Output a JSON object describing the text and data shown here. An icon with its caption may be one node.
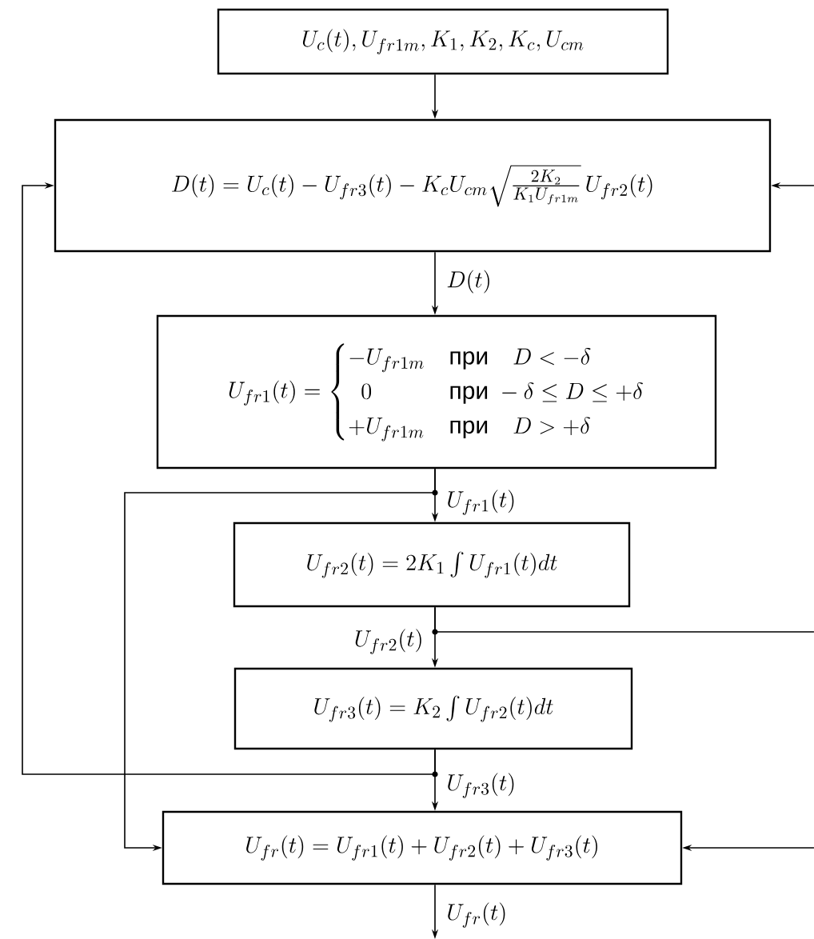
{
  "diagram": {
    "nodes": [
      {
        "text": [
          "U_c(t),U_{fr1m},K_1,K_2,K_c,U_{cm}"
        ]
      },
      {
        "text": [
          "D(t)=U_c(t)-U_{fr3}(t)-K_cU_{cm}\\sqrt{\\frac{2K_2}{K_1U_{fr1m}}}\\,U_{fr2}(t)"
        ]
      },
      {
        "text": [
          "U_{fr1}(t)=\\begin{cases}-U_{fr1m} & \\text{при}\\quad D<-\\delta\\\\ \\;\\;0 & \\text{при}\\ -\\delta\\le D\\le+\\delta\\\\ +U_{fr1m} & \\text{при}\\quad D>+\\delta\\end{cases}"
        ]
      },
      {
        "text": [
          "U_{fr2}(t)=2K_1\\int U_{fr1}(t)dt"
        ]
      },
      {
        "text": [
          "U_{fr3}(t)=K_2\\int U_{fr2}(t)dt"
        ]
      },
      {
        "text": [
          "U_{fr}(t)=U_{fr1}(t)+U_{fr2}(t)+U_{fr3}(t)"
        ]
      }
    ],
    "edges": [
      {
        "from": 0,
        "to": 1,
        "arrow": "to"
      },
      {
        "from": 1,
        "to": 2,
        "arrow": "to",
        "label": "D(t)"
      },
      {
        "from": 2,
        "to": 3,
        "arrow": "to",
        "label": "U_{fr1}(t)"
      },
      {
        "from": 2,
        "to": 5,
        "arrow": "to"
      },
      {
        "from": 3,
        "to": 4,
        "arrow": "to",
        "label": "U_{fr2}(t)"
      },
      {
        "from": 3,
        "to": null,
        "arrow": "none"
      },
      {
        "from": 4,
        "to": 5,
        "arrow": "to",
        "label": "U_{fr3}(t)"
      },
      {
        "from": 4,
        "to": 1,
        "arrow": "to"
      },
      {
        "from": null,
        "to": 1,
        "arrow": "to"
      },
      {
        "from": null,
        "to": 5,
        "arrow": "to"
      },
      {
        "from": 5,
        "to": null,
        "arrow": "to",
        "label": "U_{fr}(t)"
      }
    ]
  }
}
